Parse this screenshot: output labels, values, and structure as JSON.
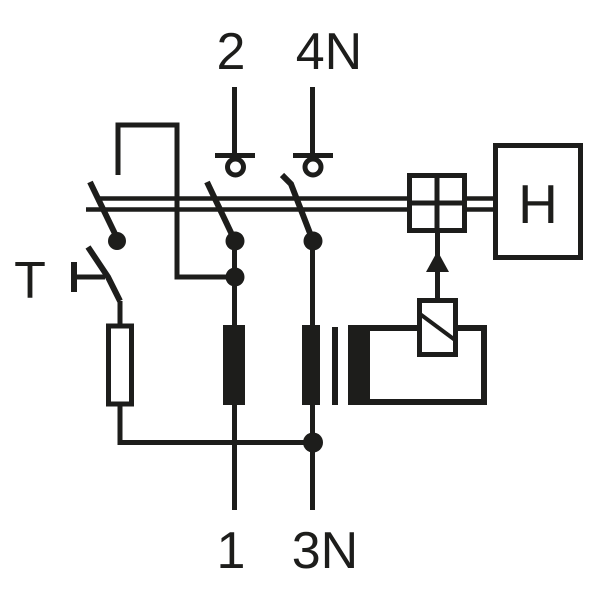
{
  "diagram": {
    "kind": "2-pole residual current device (RCD) schematic",
    "labels": {
      "terminal_top_left": "2",
      "terminal_top_right": "4N",
      "terminal_bottom_left": "1",
      "terminal_bottom_right": "3N",
      "test_button": "T",
      "handle": "H"
    },
    "colors": {
      "line": "#1d1d1b",
      "background": "#ffffff"
    }
  }
}
